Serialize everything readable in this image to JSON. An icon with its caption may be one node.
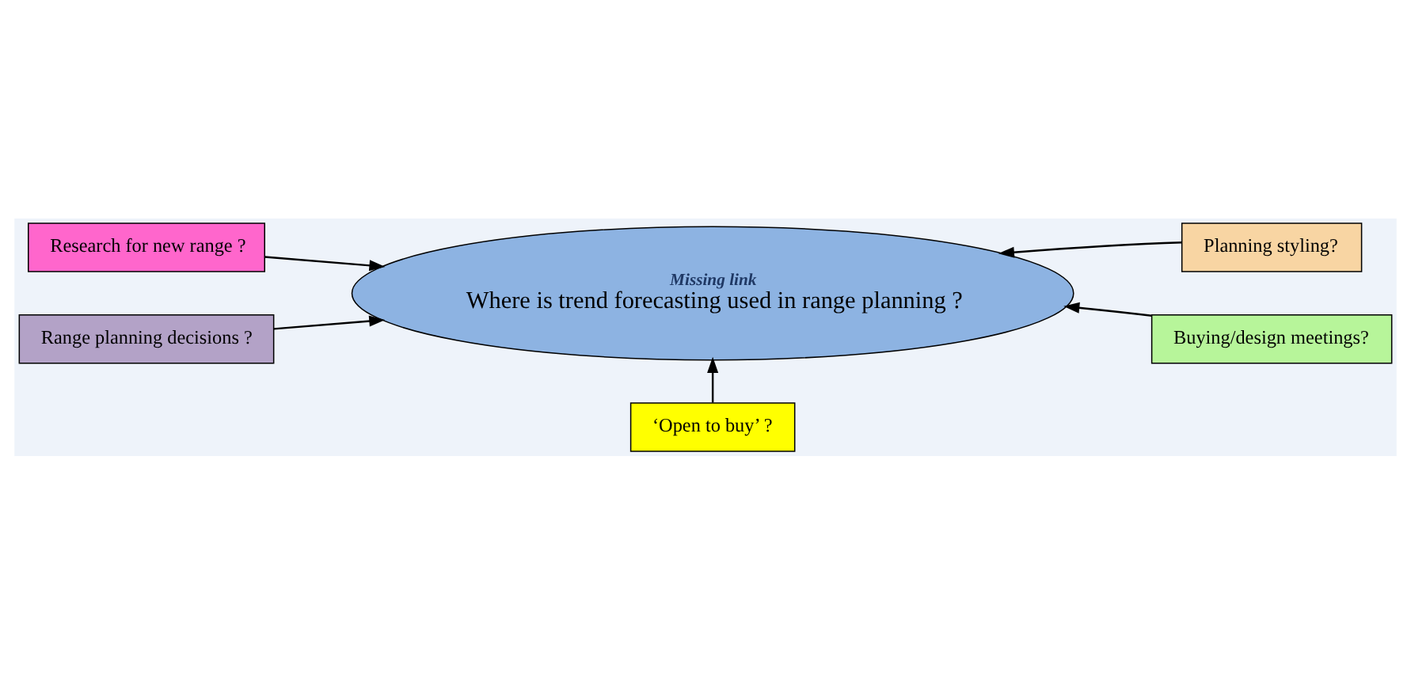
{
  "diagram": {
    "nodes": [
      {
        "text": [
          "Missing link",
          "Where is trend forecasting used in range planning ?"
        ]
      },
      {
        "text": [
          "Research for new range ?"
        ]
      },
      {
        "text": [
          "Planning styling?"
        ]
      },
      {
        "text": [
          "Range planning decisions ?"
        ]
      },
      {
        "text": [
          "Buying/design meetings?"
        ]
      },
      {
        "text": [
          "‘Open to buy’ ?"
        ]
      }
    ],
    "edges": [
      {
        "from": 1,
        "to": 0,
        "arrow": "to"
      },
      {
        "from": 2,
        "to": 0,
        "arrow": "to"
      },
      {
        "from": 3,
        "to": 0,
        "arrow": "to"
      },
      {
        "from": 4,
        "to": 0,
        "arrow": "to"
      },
      {
        "from": 5,
        "to": 0,
        "arrow": "to"
      }
    ]
  }
}
